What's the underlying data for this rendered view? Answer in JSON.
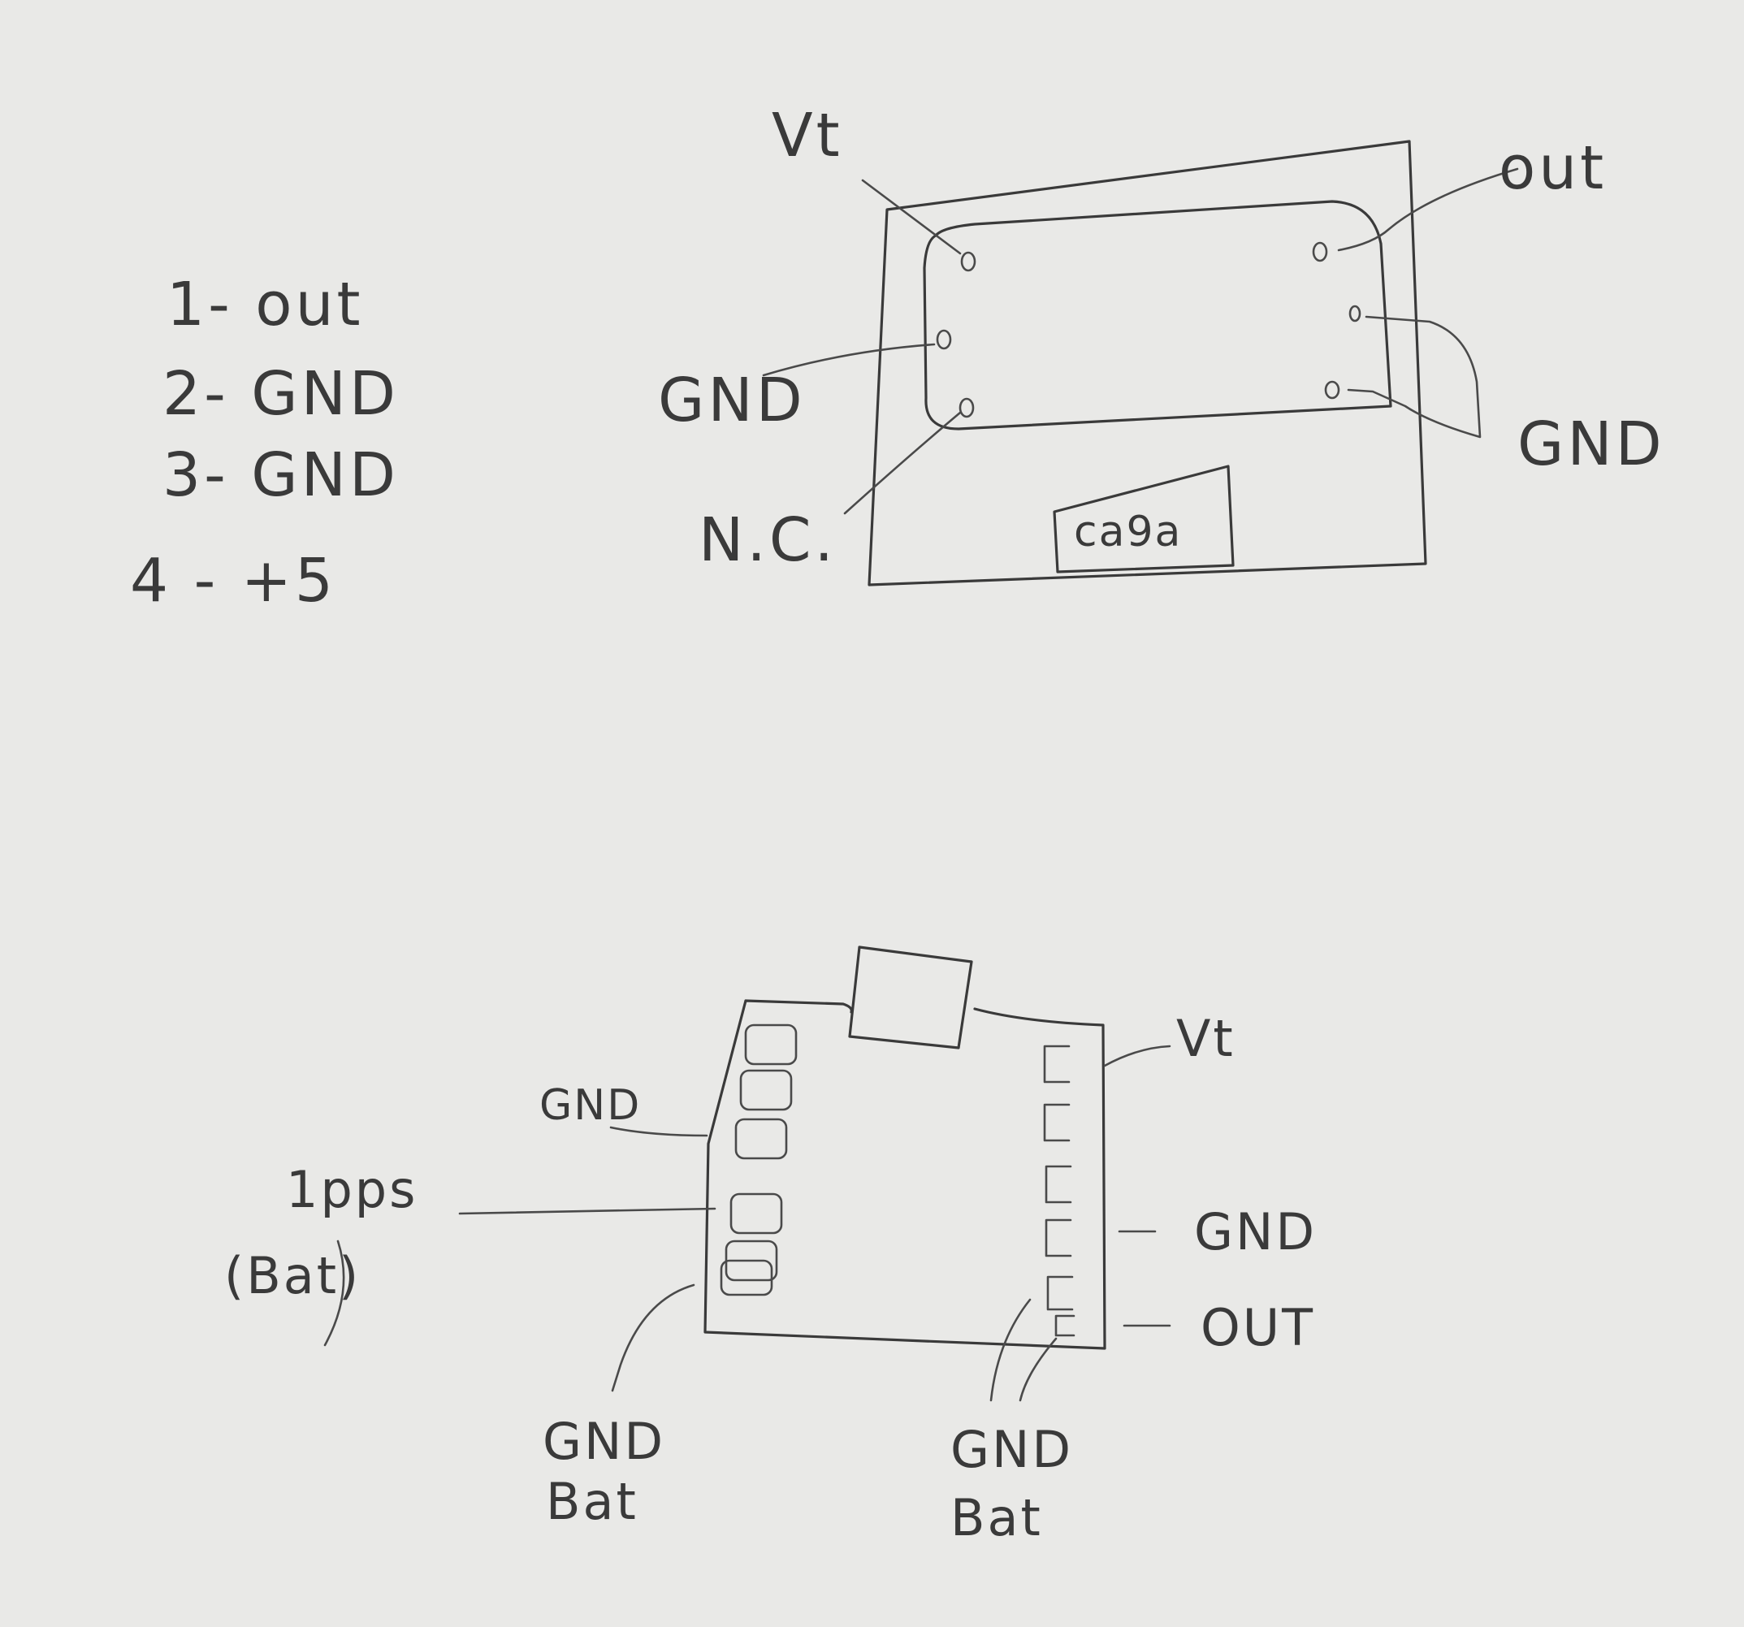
{
  "legend": {
    "line1": "1- out",
    "line2": "2- GND",
    "line3": "3- GND",
    "line4": "4 - +5"
  },
  "top_module": {
    "label_vt": "Vt",
    "label_out": "out",
    "label_gnd_left": "GND",
    "label_gnd_right": "GND",
    "label_nc": "N.C.",
    "chip_text": "ca9a"
  },
  "bottom_module": {
    "label_vt": "Vt",
    "label_gnd_left": "GND",
    "label_pps_line1": "1pps",
    "label_pps_line2": "(Bat)",
    "label_gnd_right": "GND",
    "label_out": "OUT",
    "label_gnd_bat_left_1": "GND",
    "label_gnd_bat_left_2": "Bat",
    "label_gnd_bat_right_1": "GND",
    "label_gnd_bat_right_2": "Bat"
  }
}
